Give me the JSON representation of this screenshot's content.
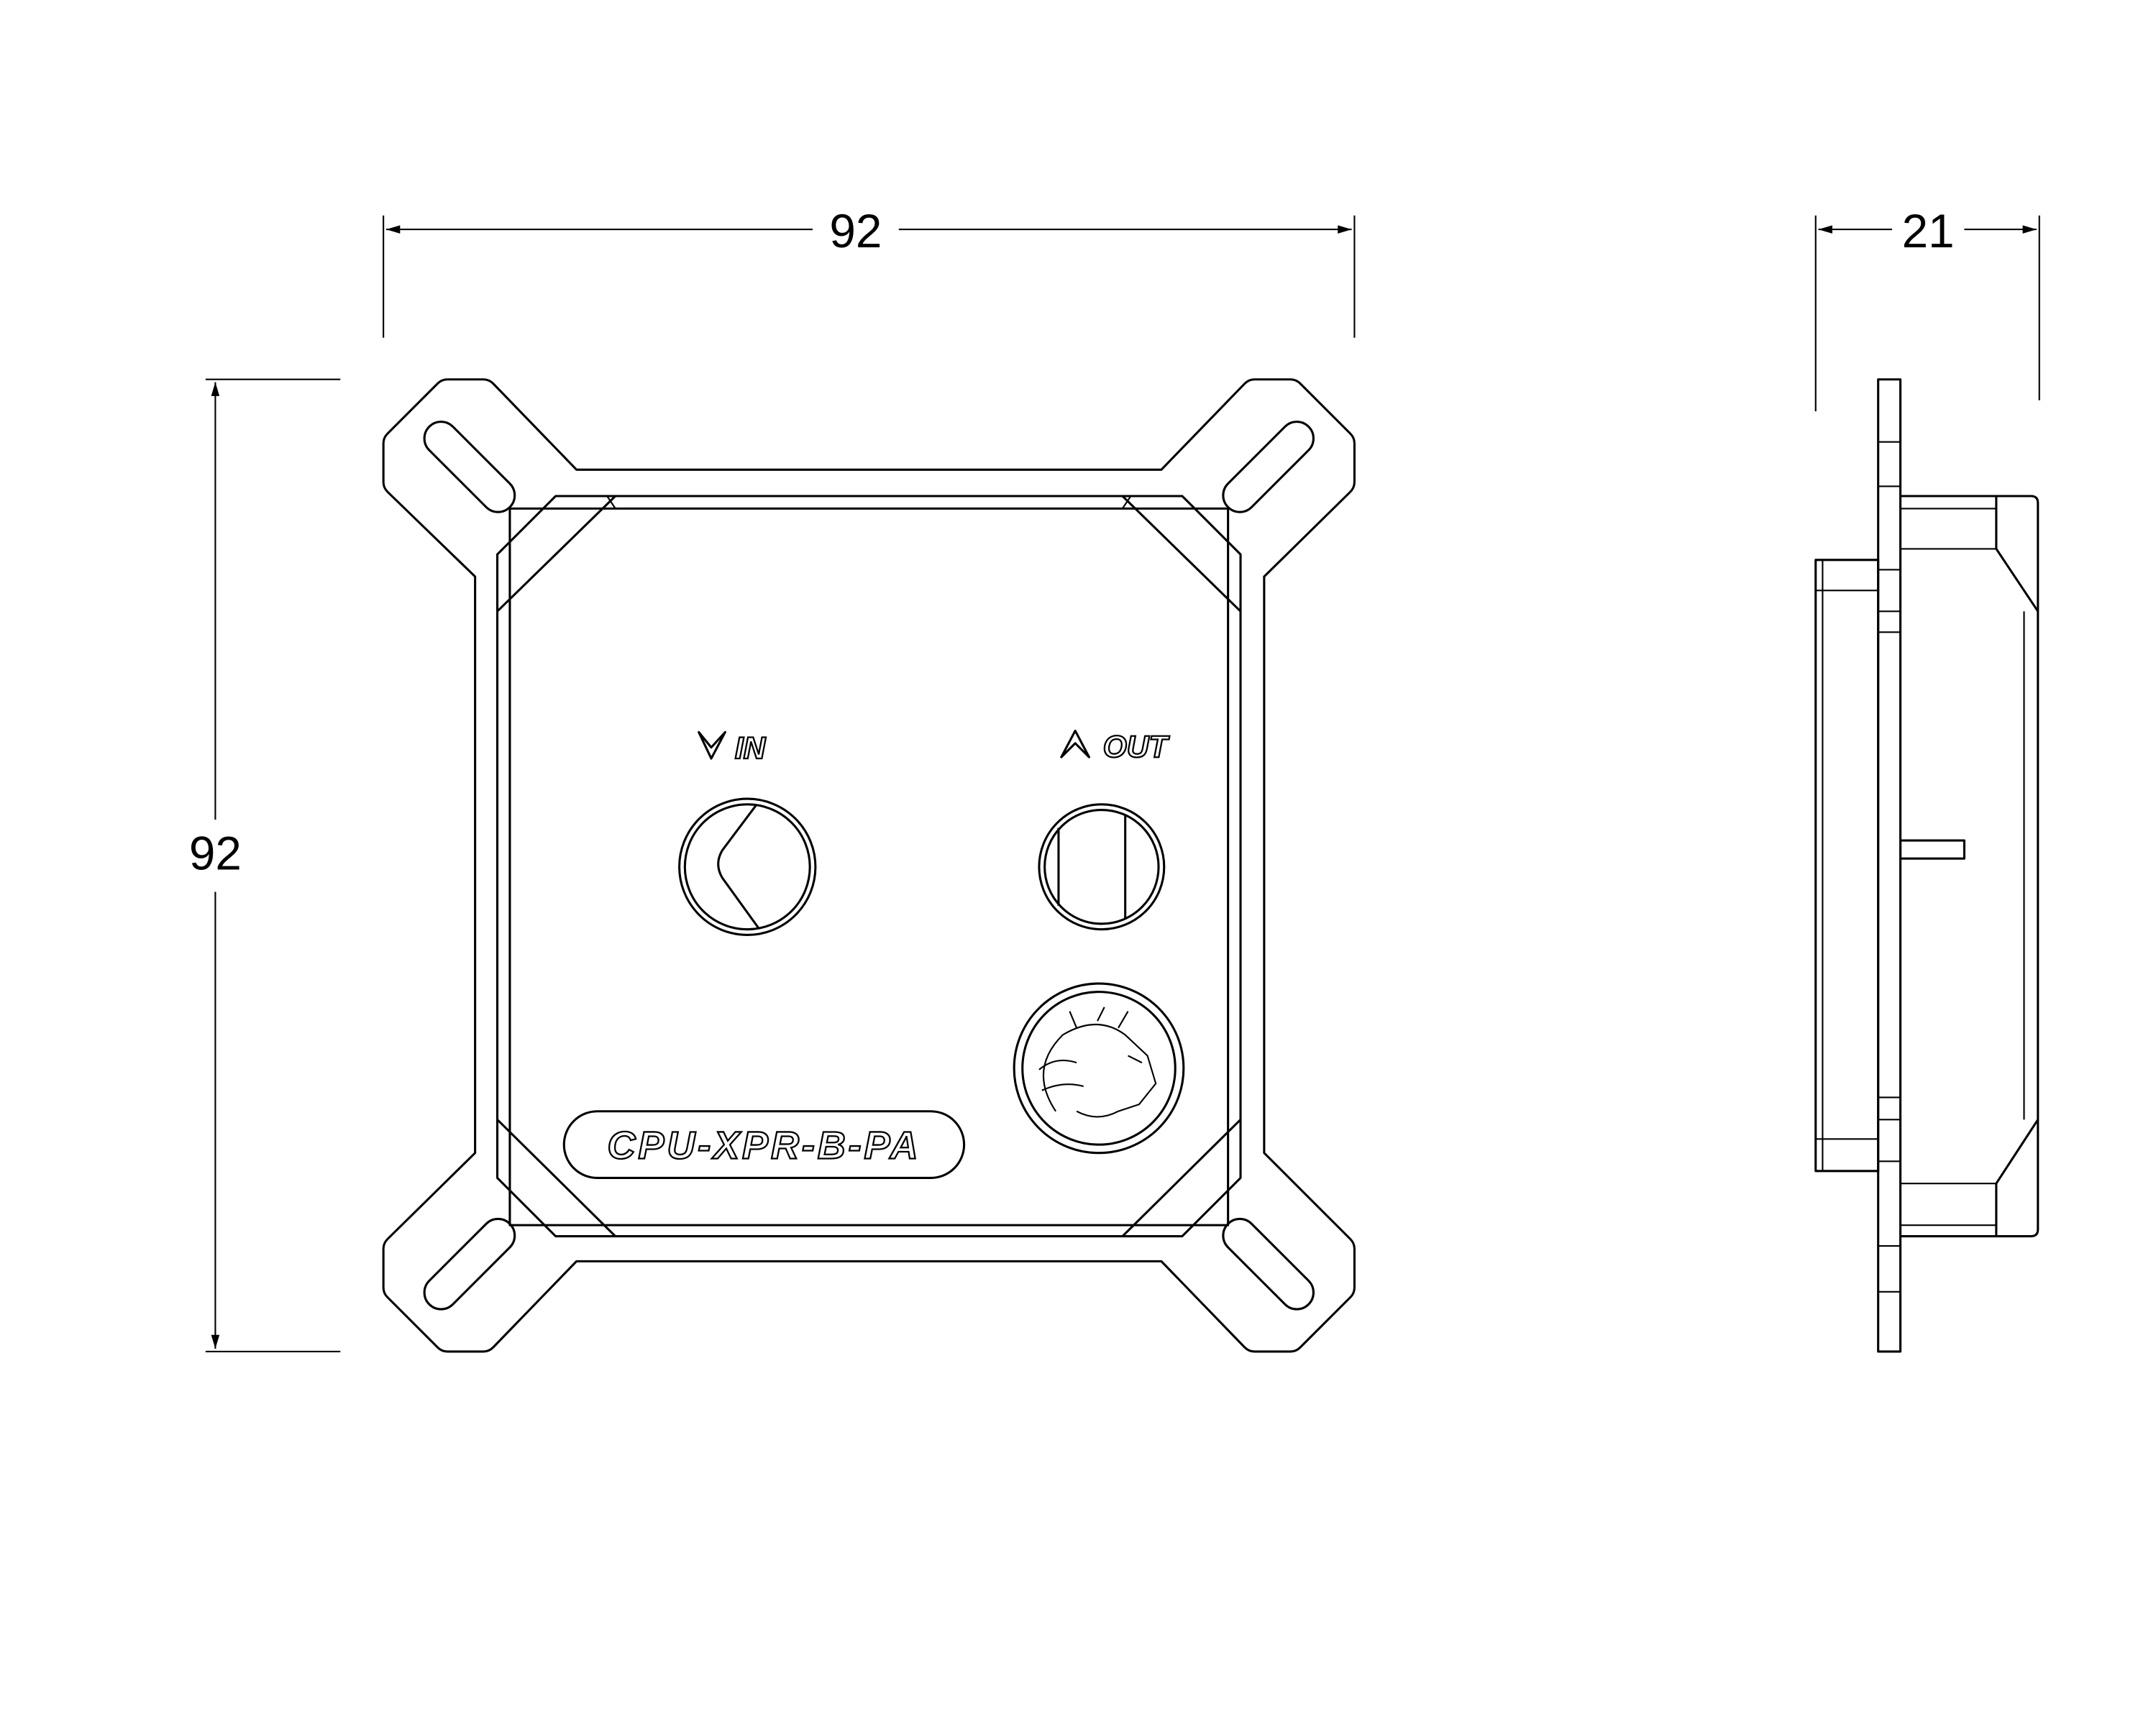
{
  "drawing": {
    "title": "CPU water block dimension drawing",
    "units": "mm",
    "dimensions": {
      "width": "92",
      "height": "92",
      "depth": "21"
    },
    "labels": {
      "inlet": "IN",
      "outlet": "OUT",
      "model": "CPU-XPR-B-PA"
    },
    "icons": [
      "down-arrow-icon",
      "up-arrow-icon",
      "dragon-logo-icon"
    ],
    "colors": {
      "line": "#000000",
      "background": "#ffffff"
    }
  }
}
